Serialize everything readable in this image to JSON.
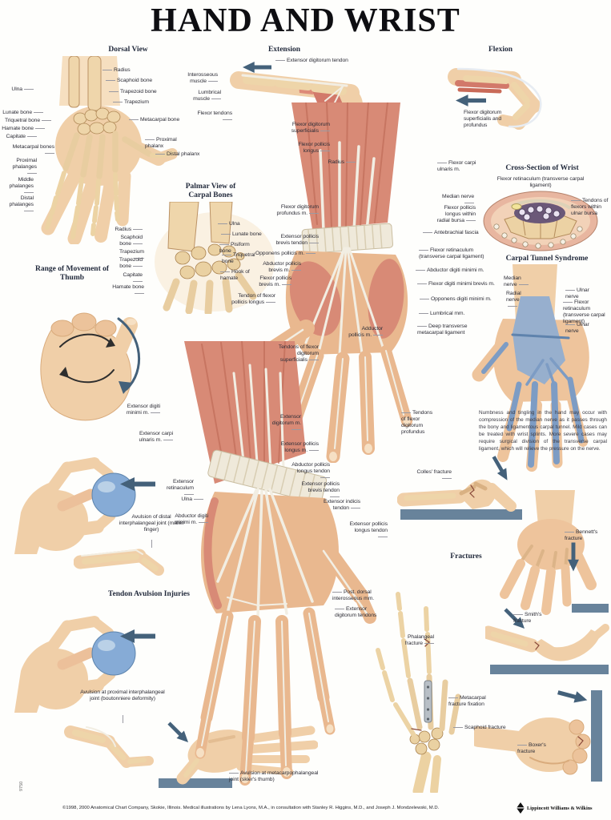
{
  "poster": {
    "title": "HAND AND WRIST"
  },
  "colors": {
    "skin": "#f0cfa8",
    "skin_deep": "#e9b88f",
    "muscle": "#d88a76",
    "muscle_dark": "#c06c59",
    "bone": "#eed5a9",
    "bone_outline": "#b48c5c",
    "tendon_white": "#f2eee3",
    "nerve_blue": "#7d9cc4",
    "nerve_fill": "#8fadd1",
    "arrow": "#44617a",
    "ball": "#86abd6",
    "surface": "#68839b",
    "retinaculum": "#efe9da",
    "tunnel_cluster": "#6b5878"
  },
  "sections": {
    "dorsal_view": {
      "title": "Dorsal View",
      "labels_left": [
        "Ulna",
        "Lunate bone",
        "Triquetral bone",
        "Hamate bone",
        "Capitate",
        "Metacarpal bones",
        "Proximal phalanges",
        "Middle phalanges",
        "Distal phalanges"
      ],
      "labels_right": [
        "Radius",
        "Scaphoid bone",
        "Trapezoid bone",
        "Trapezium",
        "Metacarpal bone",
        "Proximal phalanx",
        "Distal phalanx"
      ]
    },
    "extension": {
      "title": "Extension",
      "tendon_label": "Extensor digitorum tendon",
      "labels_left": [
        "Interosseous muscle",
        "Lumbrical muscle",
        "Flexor tendons"
      ]
    },
    "flexion": {
      "title": "Flexion",
      "label": "Flexor digitorum superficialis and profundus"
    },
    "palmar_carpal": {
      "title": "Palmar View of Carpal Bones",
      "labels_left": [
        "Radius",
        "Scaphoid bone",
        "Trapezium",
        "Trapezoid bone",
        "Capitate",
        "Hamate bone"
      ],
      "labels_right": [
        "Ulna",
        "Lunate bone",
        "Pisiform bone",
        "Triquetral bone",
        "Hook of hamate"
      ]
    },
    "palmar_muscles": {
      "labels_left": [
        "Flexor digitorum superficialis",
        "Flexor pollicis longus",
        "Radius",
        "Flexor digitorum profundus m.",
        "Extensor pollicis brevis tendon",
        "Opponens pollicis m.",
        "Abductor pollicis brevis m.",
        "Flexor pollicis brevis m.",
        "Tendon of flexor pollicis longus",
        "Adductor pollicis m.",
        "Tendons of flexor digitorum superficialis"
      ],
      "labels_right": [
        "Flexor carpi ulnaris m.",
        "Antebrachial fascia",
        "Flexor retinaculum (transverse carpal ligament)",
        "Abductor digiti minimi m.",
        "Flexor digiti minimi brevis m.",
        "Opponens digiti minimi m.",
        "Lumbrical mm.",
        "Deep transverse metacarpal ligament",
        "Tendons of flexor digitorum profundus"
      ]
    },
    "cross_section": {
      "title": "Cross-Section of Wrist",
      "subtitle": "Flexor retinaculum (transverse carpal ligament)",
      "labels_left": [
        "Median nerve",
        "Flexor pollicis longus within radial bursa"
      ],
      "label_right": "Tendons of flexors within ulnar bursa"
    },
    "carpal_tunnel": {
      "title": "Carpal Tunnel Syndrome",
      "labels": [
        "Median nerve",
        "Radial nerve",
        "Ulnar nerve",
        "Flexor retinaculum (transverse carpal ligament)",
        "Ulnar nerve"
      ],
      "description": "Numbness and tingling in the hand may occur with compression of the median nerve as it passes through the bony and ligamentous carpal tunnel. Mild cases can be treated with wrist splints. More severe cases may require surgical division of the transverse carpal ligament, which will relieve the pressure on the nerve."
    },
    "thumb_rom": {
      "title": "Range of Movement of Thumb"
    },
    "avulsion": {
      "title": "Tendon Avulsion Injuries",
      "mallet_label": "Avulsion of distal interphalangeal joint (mallet finger)",
      "boutonniere_label": "Avulsion at proximal interphalangeal joint (boutonniere deformity)",
      "skiers_label": "Avulsion at metacarpophalangeal joint (skier's thumb)"
    },
    "dorsal_muscles": {
      "labels_left": [
        "Extensor digiti minimi m.",
        "Extensor carpi ulnaris m.",
        "Extensor retinaculum",
        "Ulna",
        "Abductor digiti minimi m."
      ],
      "labels_right": [
        "Extensor digitorum m.",
        "Extensor pollicis longus m.",
        "Abductor pollicis longus tendon",
        "Extensor pollicis brevis tendon",
        "Extensor indicis tendon",
        "Extensor pollicis longus tendon",
        "Post. dorsal interosseous mm.",
        "Extensor digitorum tendons"
      ]
    },
    "fractures": {
      "title": "Fractures",
      "colles": "Colles' fracture",
      "bennett": "Bennett's fracture",
      "smith": "Smith's fracture",
      "boxer": "Boxer's fracture",
      "phalangeal": "Phalangeal fracture",
      "metacarpal": "Metacarpal fracture fixation",
      "scaphoid": "Scaphoid fracture"
    }
  },
  "footer": {
    "copyright": "©1998, 2000 Anatomical Chart Company, Skokie, Illinois. Medical illustrations by Lena Lyons, M.A., in consultation with Stanley R. Higgins, M.D., and Joseph J. Mondzelewski, M.D.",
    "publisher": "Lippincott Williams & Wilkins",
    "item_number": "9750"
  }
}
